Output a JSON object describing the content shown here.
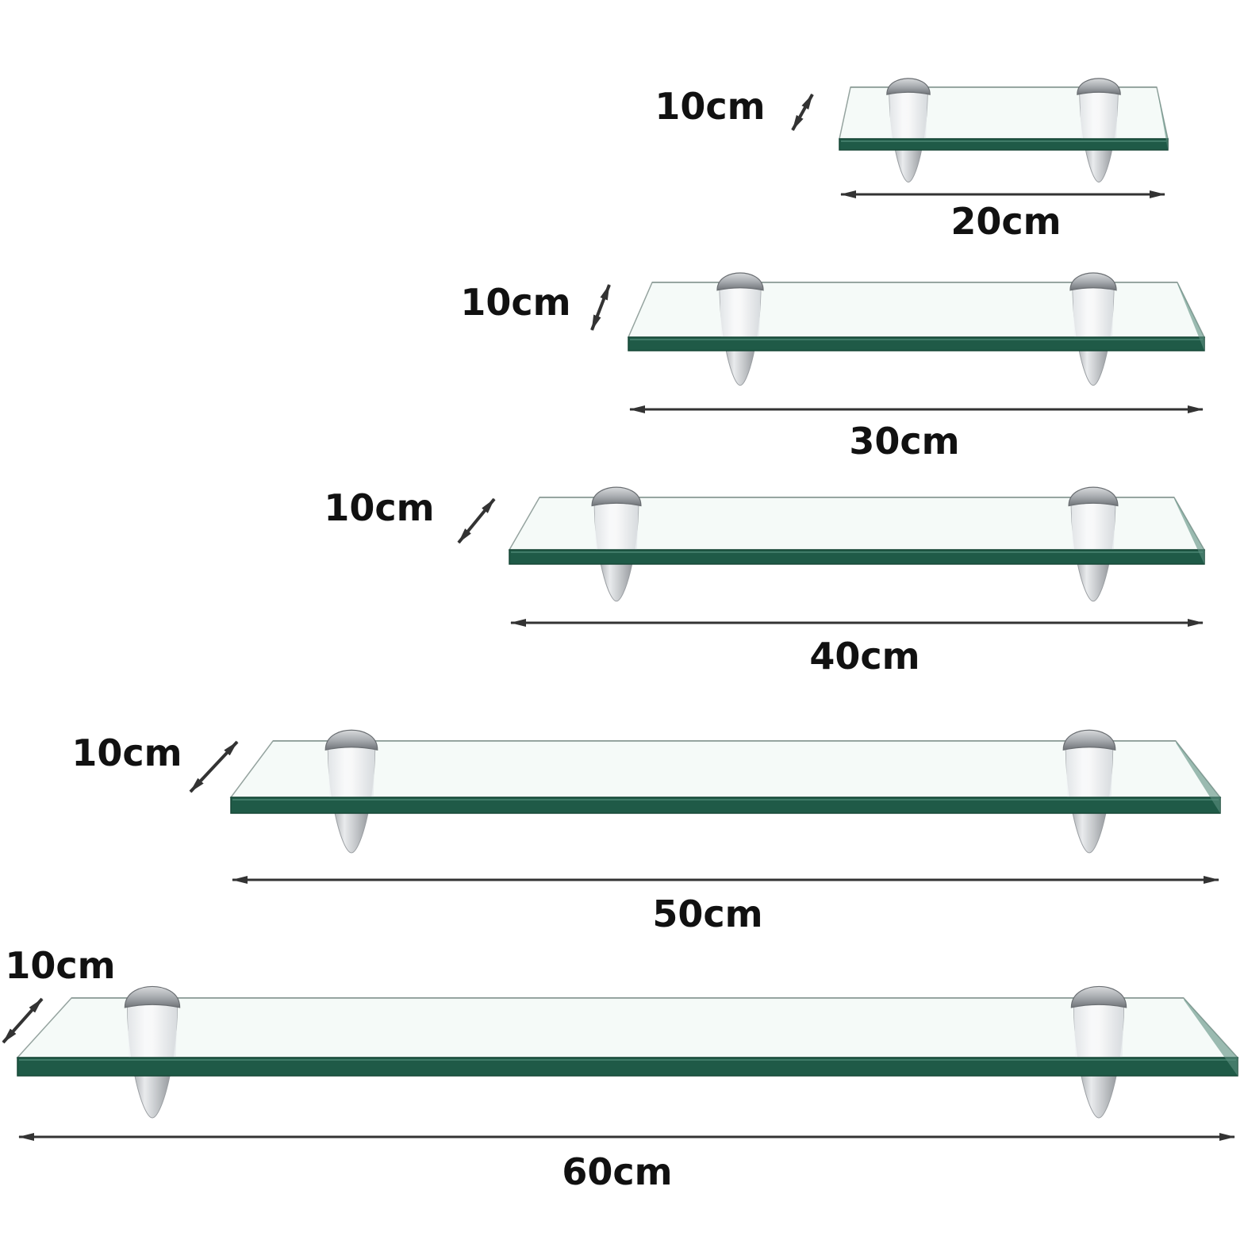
{
  "colors": {
    "glass_edge": "#1f5a47",
    "glass_edge_dark": "#164737",
    "glass_face": "#f4faf8",
    "glass_outline": "#8a9a95",
    "bracket_metal": "#b9bcbf",
    "bracket_highlight": "#eef0f2",
    "bracket_shadow": "#7d8186",
    "arrow": "#333333"
  },
  "shelves": [
    {
      "id": "shelf-20",
      "width_label": "20cm",
      "depth_label": "10cm"
    },
    {
      "id": "shelf-30",
      "width_label": "30cm",
      "depth_label": "10cm"
    },
    {
      "id": "shelf-40",
      "width_label": "40cm",
      "depth_label": "10cm"
    },
    {
      "id": "shelf-50",
      "width_label": "50cm",
      "depth_label": "10cm"
    },
    {
      "id": "shelf-60",
      "width_label": "60cm",
      "depth_label": "10cm"
    }
  ]
}
